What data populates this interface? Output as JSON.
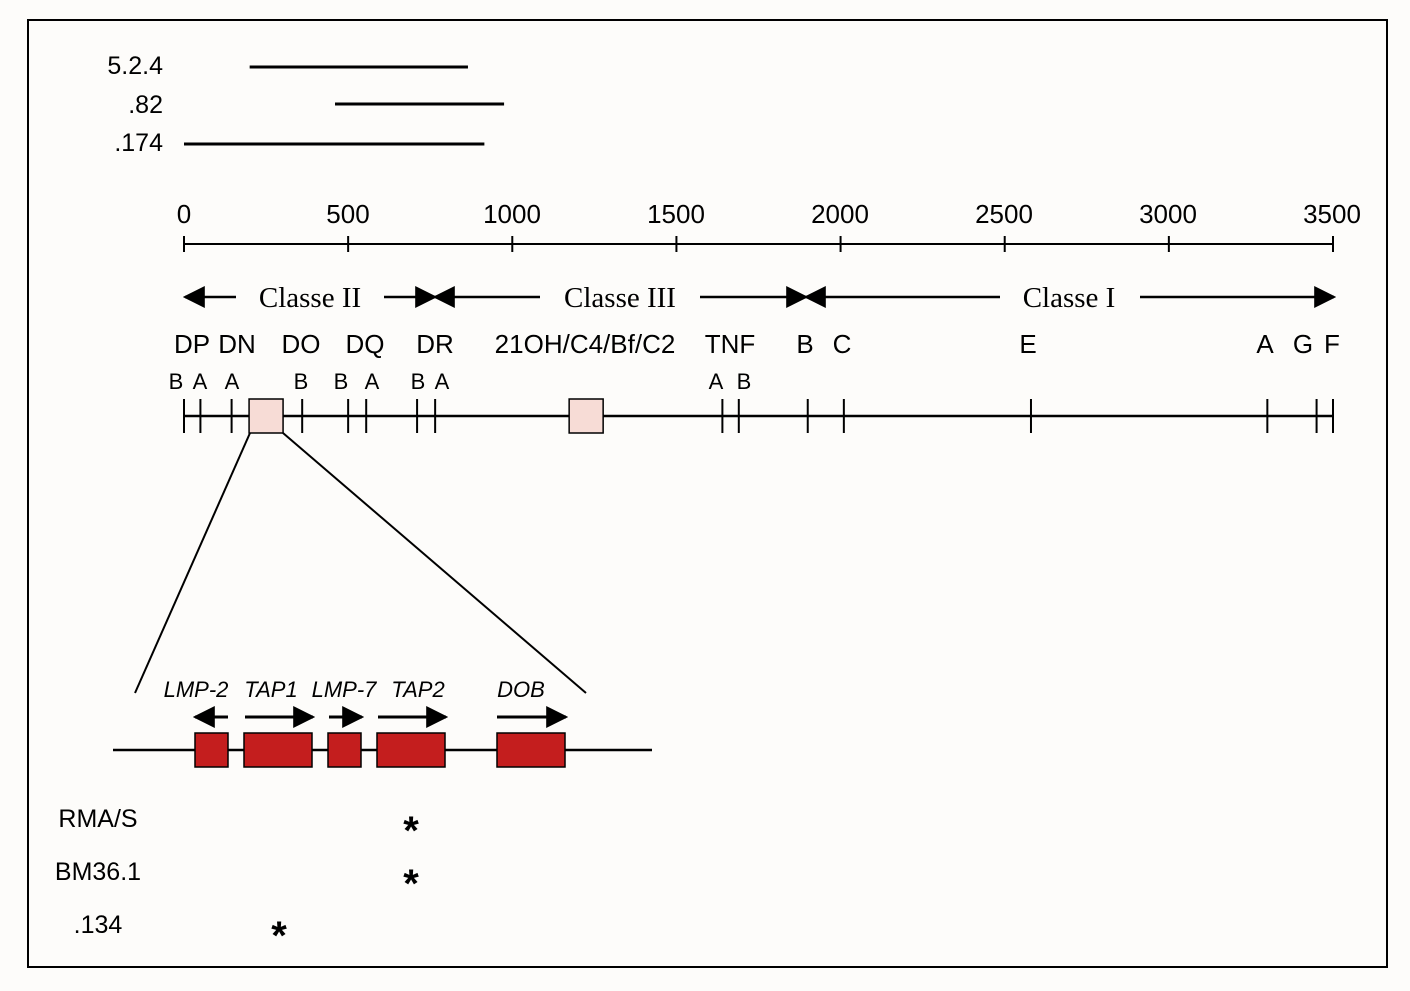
{
  "clones": [
    {
      "label": "5.2.4",
      "start": 200,
      "end": 865
    },
    {
      "label": ".82",
      "start": 460,
      "end": 975
    },
    {
      "label": ".174",
      "start": 0,
      "end": 915
    }
  ],
  "scale": {
    "ticks": [
      "0",
      "500",
      "1000",
      "1500",
      "2000",
      "2500",
      "3000",
      "3500"
    ],
    "tick_values": [
      0,
      500,
      1000,
      1500,
      2000,
      2500,
      3000,
      3500
    ]
  },
  "classes": [
    {
      "label": "Classe II",
      "start": 0,
      "end": 770
    },
    {
      "label": "Classe III",
      "start": 770,
      "end": 1900
    },
    {
      "label": "Classe I",
      "start": 1900,
      "end": 3500
    }
  ],
  "loci": [
    "DP",
    "DN",
    "DO",
    "DQ",
    "DR",
    "21OH/C4/Bf/C2",
    "TNF",
    "B",
    "C",
    "E",
    "A",
    "G",
    "F"
  ],
  "sublabels": [
    "B",
    "A",
    "A",
    "B",
    "B",
    "A",
    "B",
    "A",
    "A",
    "B"
  ],
  "map_markers": [
    0,
    50,
    145,
    360,
    500,
    555,
    710,
    765,
    1640,
    1690,
    1900,
    2010,
    2580,
    3300,
    3450,
    3500
  ],
  "map_boxes": [
    250,
    1225
  ],
  "inset": {
    "genes": [
      "LMP-2",
      "TAP1",
      "LMP-7",
      "TAP2",
      "DOB"
    ],
    "directions": [
      "left",
      "right",
      "right",
      "right",
      "right"
    ]
  },
  "mutants": [
    {
      "label": "RMA/S",
      "mark": "*",
      "gene": "TAP2"
    },
    {
      "label": "BM36.1",
      "mark": "*",
      "gene": "TAP2"
    },
    {
      "label": ".134",
      "mark": "*",
      "gene": "TAP1"
    }
  ],
  "colors": {
    "gene_box": "#c41e1e",
    "map_box": "#f7dcd6",
    "line": "#000000"
  }
}
